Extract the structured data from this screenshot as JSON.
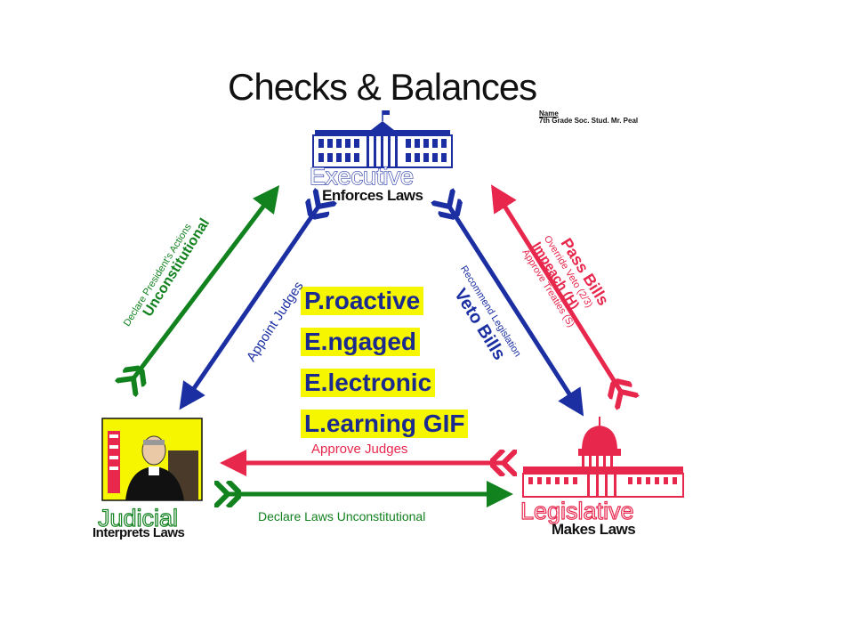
{
  "title": "Checks & Balances",
  "note": {
    "line1": "Name",
    "line2": "7th Grade Soc. Stud. Mr. Peal"
  },
  "branches": {
    "executive": {
      "name": "Executive",
      "role": "Enforces Laws"
    },
    "judicial": {
      "name": "Judicial",
      "role": "Interprets Laws"
    },
    "legislative": {
      "name": "Legislative",
      "role": "Makes Laws"
    }
  },
  "center": {
    "lines": [
      "P.roactive",
      "E.ngaged",
      "E.lectronic",
      "L.earning GIF"
    ]
  },
  "arrows": {
    "judicial_to_executive": {
      "line1": "Declare President's Actions",
      "line2": "Unconstitutional"
    },
    "executive_to_judicial": {
      "label": "Appoint Judges"
    },
    "executive_to_legislative": {
      "line1": "Recommend Legislation",
      "line2": "Veto Bills"
    },
    "legislative_to_executive": {
      "line1": "Pass Bills",
      "line2": "Override Veto (2/3)",
      "line3": "Impeach (H)",
      "line4": "Approve Treaties (S)"
    },
    "legislative_to_judicial": {
      "label": "Approve Judges"
    },
    "judicial_to_legislative": {
      "label": "Declare Laws Unconstitutional"
    }
  },
  "colors": {
    "blue": "#1b2fa3",
    "green": "#12821f",
    "red": "#e8274d",
    "yellow": "#f6f600"
  }
}
